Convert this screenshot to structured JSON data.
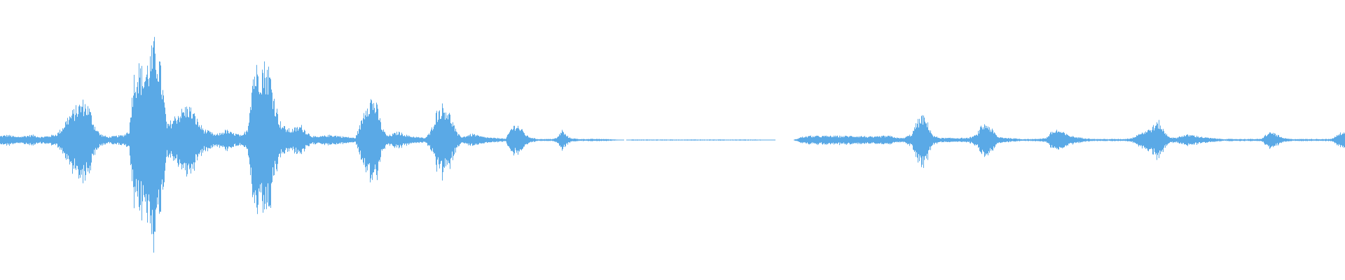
{
  "waveform": {
    "color": "#5aa9e6",
    "background": "#ffffff",
    "amplitude_range": [
      -1,
      1
    ],
    "envelope": [
      [
        0.0,
        0.04
      ],
      [
        0.006,
        0.05
      ],
      [
        0.012,
        0.03
      ],
      [
        0.018,
        0.04
      ],
      [
        0.024,
        0.05
      ],
      [
        0.03,
        0.03
      ],
      [
        0.036,
        0.04
      ],
      [
        0.042,
        0.06
      ],
      [
        0.046,
        0.12
      ],
      [
        0.05,
        0.22
      ],
      [
        0.054,
        0.28
      ],
      [
        0.058,
        0.34
      ],
      [
        0.062,
        0.38
      ],
      [
        0.066,
        0.32
      ],
      [
        0.07,
        0.15
      ],
      [
        0.074,
        0.06
      ],
      [
        0.08,
        0.03
      ],
      [
        0.086,
        0.04
      ],
      [
        0.092,
        0.05
      ],
      [
        0.096,
        0.1
      ],
      [
        0.099,
        0.62
      ],
      [
        0.103,
        0.72
      ],
      [
        0.107,
        0.66
      ],
      [
        0.111,
        0.8
      ],
      [
        0.115,
        0.95
      ],
      [
        0.118,
        0.82
      ],
      [
        0.121,
        0.5
      ],
      [
        0.124,
        0.14
      ],
      [
        0.128,
        0.2
      ],
      [
        0.132,
        0.26
      ],
      [
        0.136,
        0.3
      ],
      [
        0.14,
        0.34
      ],
      [
        0.144,
        0.26
      ],
      [
        0.148,
        0.16
      ],
      [
        0.152,
        0.1
      ],
      [
        0.156,
        0.08
      ],
      [
        0.16,
        0.05
      ],
      [
        0.164,
        0.07
      ],
      [
        0.168,
        0.1
      ],
      [
        0.172,
        0.07
      ],
      [
        0.176,
        0.06
      ],
      [
        0.18,
        0.04
      ],
      [
        0.184,
        0.12
      ],
      [
        0.188,
        0.68
      ],
      [
        0.192,
        0.72
      ],
      [
        0.196,
        0.74
      ],
      [
        0.2,
        0.7
      ],
      [
        0.204,
        0.4
      ],
      [
        0.208,
        0.18
      ],
      [
        0.212,
        0.12
      ],
      [
        0.216,
        0.1
      ],
      [
        0.22,
        0.12
      ],
      [
        0.224,
        0.14
      ],
      [
        0.228,
        0.08
      ],
      [
        0.232,
        0.04
      ],
      [
        0.236,
        0.03
      ],
      [
        0.24,
        0.04
      ],
      [
        0.246,
        0.05
      ],
      [
        0.252,
        0.04
      ],
      [
        0.258,
        0.03
      ],
      [
        0.264,
        0.02
      ],
      [
        0.268,
        0.16
      ],
      [
        0.272,
        0.36
      ],
      [
        0.276,
        0.42
      ],
      [
        0.28,
        0.34
      ],
      [
        0.284,
        0.12
      ],
      [
        0.288,
        0.04
      ],
      [
        0.292,
        0.06
      ],
      [
        0.296,
        0.08
      ],
      [
        0.3,
        0.06
      ],
      [
        0.304,
        0.04
      ],
      [
        0.31,
        0.03
      ],
      [
        0.316,
        0.02
      ],
      [
        0.32,
        0.08
      ],
      [
        0.324,
        0.26
      ],
      [
        0.328,
        0.34
      ],
      [
        0.332,
        0.32
      ],
      [
        0.336,
        0.2
      ],
      [
        0.34,
        0.06
      ],
      [
        0.344,
        0.03
      ],
      [
        0.348,
        0.05
      ],
      [
        0.352,
        0.06
      ],
      [
        0.356,
        0.04
      ],
      [
        0.36,
        0.03
      ],
      [
        0.366,
        0.02
      ],
      [
        0.372,
        0.02
      ],
      [
        0.376,
        0.01
      ],
      [
        0.38,
        0.12
      ],
      [
        0.384,
        0.16
      ],
      [
        0.388,
        0.1
      ],
      [
        0.392,
        0.04
      ],
      [
        0.396,
        0.02
      ],
      [
        0.4,
        0.01
      ],
      [
        0.41,
        0.01
      ],
      [
        0.414,
        0.02
      ],
      [
        0.418,
        0.1
      ],
      [
        0.42,
        0.06
      ],
      [
        0.424,
        0.02
      ],
      [
        0.43,
        0.01
      ],
      [
        0.44,
        0.01
      ],
      [
        0.45,
        0.01
      ],
      [
        0.458,
        0.005
      ],
      [
        0.465,
        0.0
      ],
      [
        0.47,
        0.005
      ],
      [
        0.48,
        0.005
      ],
      [
        0.49,
        0.005
      ],
      [
        0.5,
        0.005
      ],
      [
        0.51,
        0.005
      ],
      [
        0.52,
        0.005
      ],
      [
        0.53,
        0.005
      ],
      [
        0.54,
        0.005
      ],
      [
        0.55,
        0.005
      ],
      [
        0.56,
        0.005
      ],
      [
        0.57,
        0.003
      ],
      [
        0.578,
        0.0
      ],
      [
        0.59,
        0.0
      ],
      [
        0.596,
        0.03
      ],
      [
        0.602,
        0.04
      ],
      [
        0.61,
        0.04
      ],
      [
        0.62,
        0.04
      ],
      [
        0.63,
        0.04
      ],
      [
        0.64,
        0.04
      ],
      [
        0.65,
        0.03
      ],
      [
        0.656,
        0.04
      ],
      [
        0.662,
        0.04
      ],
      [
        0.668,
        0.02
      ],
      [
        0.672,
        0.02
      ],
      [
        0.678,
        0.06
      ],
      [
        0.682,
        0.18
      ],
      [
        0.686,
        0.24
      ],
      [
        0.69,
        0.16
      ],
      [
        0.694,
        0.04
      ],
      [
        0.7,
        0.02
      ],
      [
        0.71,
        0.02
      ],
      [
        0.72,
        0.02
      ],
      [
        0.726,
        0.05
      ],
      [
        0.73,
        0.14
      ],
      [
        0.734,
        0.16
      ],
      [
        0.738,
        0.1
      ],
      [
        0.742,
        0.03
      ],
      [
        0.75,
        0.02
      ],
      [
        0.76,
        0.01
      ],
      [
        0.77,
        0.01
      ],
      [
        0.778,
        0.02
      ],
      [
        0.782,
        0.08
      ],
      [
        0.786,
        0.1
      ],
      [
        0.79,
        0.08
      ],
      [
        0.794,
        0.05
      ],
      [
        0.8,
        0.03
      ],
      [
        0.806,
        0.02
      ],
      [
        0.814,
        0.01
      ],
      [
        0.822,
        0.01
      ],
      [
        0.83,
        0.01
      ],
      [
        0.836,
        0.01
      ],
      [
        0.842,
        0.02
      ],
      [
        0.846,
        0.06
      ],
      [
        0.85,
        0.08
      ],
      [
        0.854,
        0.1
      ],
      [
        0.858,
        0.14
      ],
      [
        0.862,
        0.18
      ],
      [
        0.866,
        0.08
      ],
      [
        0.87,
        0.03
      ],
      [
        0.874,
        0.02
      ],
      [
        0.878,
        0.04
      ],
      [
        0.882,
        0.05
      ],
      [
        0.886,
        0.05
      ],
      [
        0.89,
        0.04
      ],
      [
        0.894,
        0.03
      ],
      [
        0.9,
        0.02
      ],
      [
        0.91,
        0.01
      ],
      [
        0.92,
        0.01
      ],
      [
        0.93,
        0.01
      ],
      [
        0.938,
        0.01
      ],
      [
        0.942,
        0.06
      ],
      [
        0.946,
        0.08
      ],
      [
        0.95,
        0.05
      ],
      [
        0.954,
        0.02
      ],
      [
        0.96,
        0.01
      ],
      [
        0.97,
        0.01
      ],
      [
        0.98,
        0.01
      ],
      [
        0.99,
        0.01
      ],
      [
        0.996,
        0.06
      ],
      [
        1.0,
        0.1
      ]
    ]
  }
}
